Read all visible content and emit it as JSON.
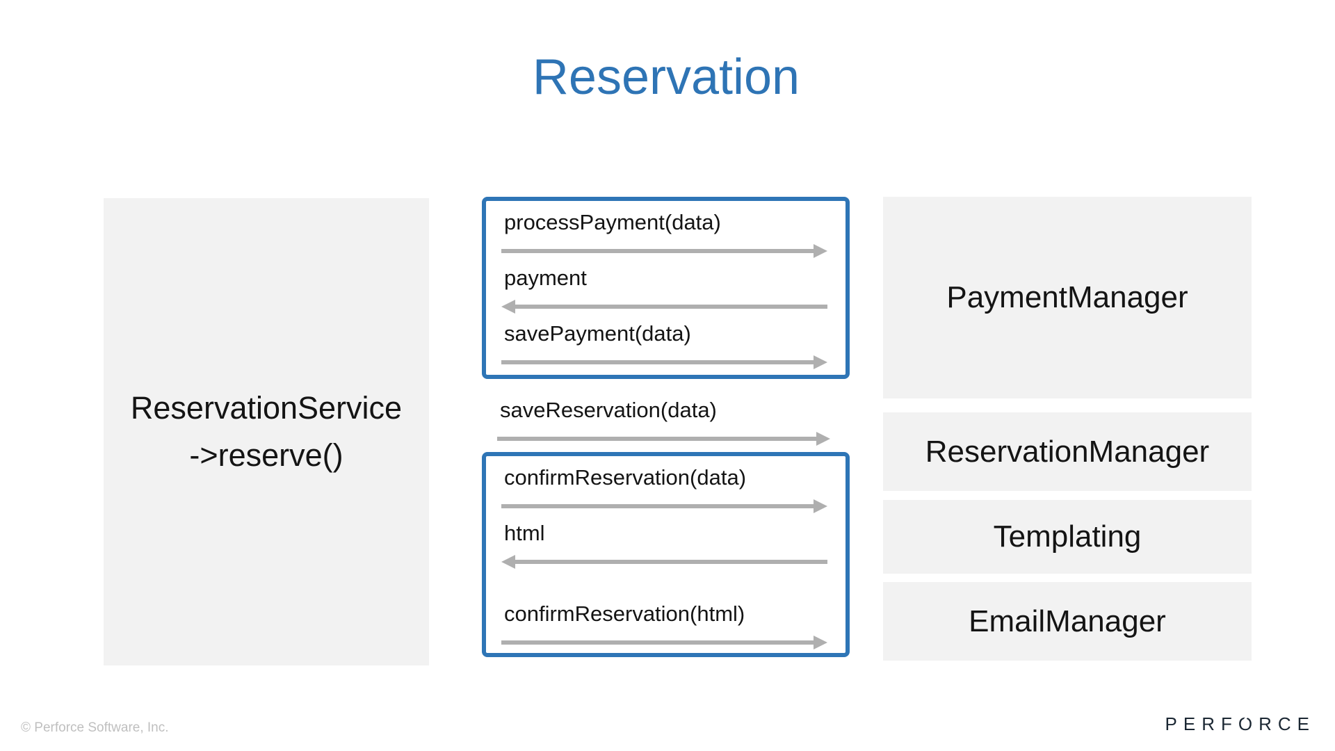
{
  "slide": {
    "title": "Reservation"
  },
  "left_panel": {
    "line1": "ReservationService",
    "line2": "->reserve()"
  },
  "message_groups": {
    "payment": [
      {
        "label": "processPayment(data)",
        "direction": "right"
      },
      {
        "label": "payment",
        "direction": "left"
      },
      {
        "label": "savePayment(data)",
        "direction": "right"
      }
    ],
    "save_reservation": {
      "label": "saveReservation(data)",
      "direction": "right"
    },
    "confirm": [
      {
        "label": "confirmReservation(data)",
        "direction": "right"
      },
      {
        "label": "html",
        "direction": "left"
      },
      {
        "label": "confirmReservation(html)",
        "direction": "right"
      }
    ]
  },
  "right_panels": [
    {
      "label": "PaymentManager"
    },
    {
      "label": "ReservationManager"
    },
    {
      "label": "Templating"
    },
    {
      "label": "EmailManager"
    }
  ],
  "footer": {
    "copyright": "© Perforce Software, Inc.",
    "logo_pre": "PERF",
    "logo_o": "O",
    "logo_post": "RCE"
  },
  "colors": {
    "accent_blue": "#2E74B5",
    "border_blue": "#2E75B6",
    "panel_gray": "#F2F2F2",
    "arrow_gray": "#AFAFAF",
    "footer_gray": "#BFBFBF",
    "logo_navy": "#1B2733",
    "text_black": "#141414"
  }
}
